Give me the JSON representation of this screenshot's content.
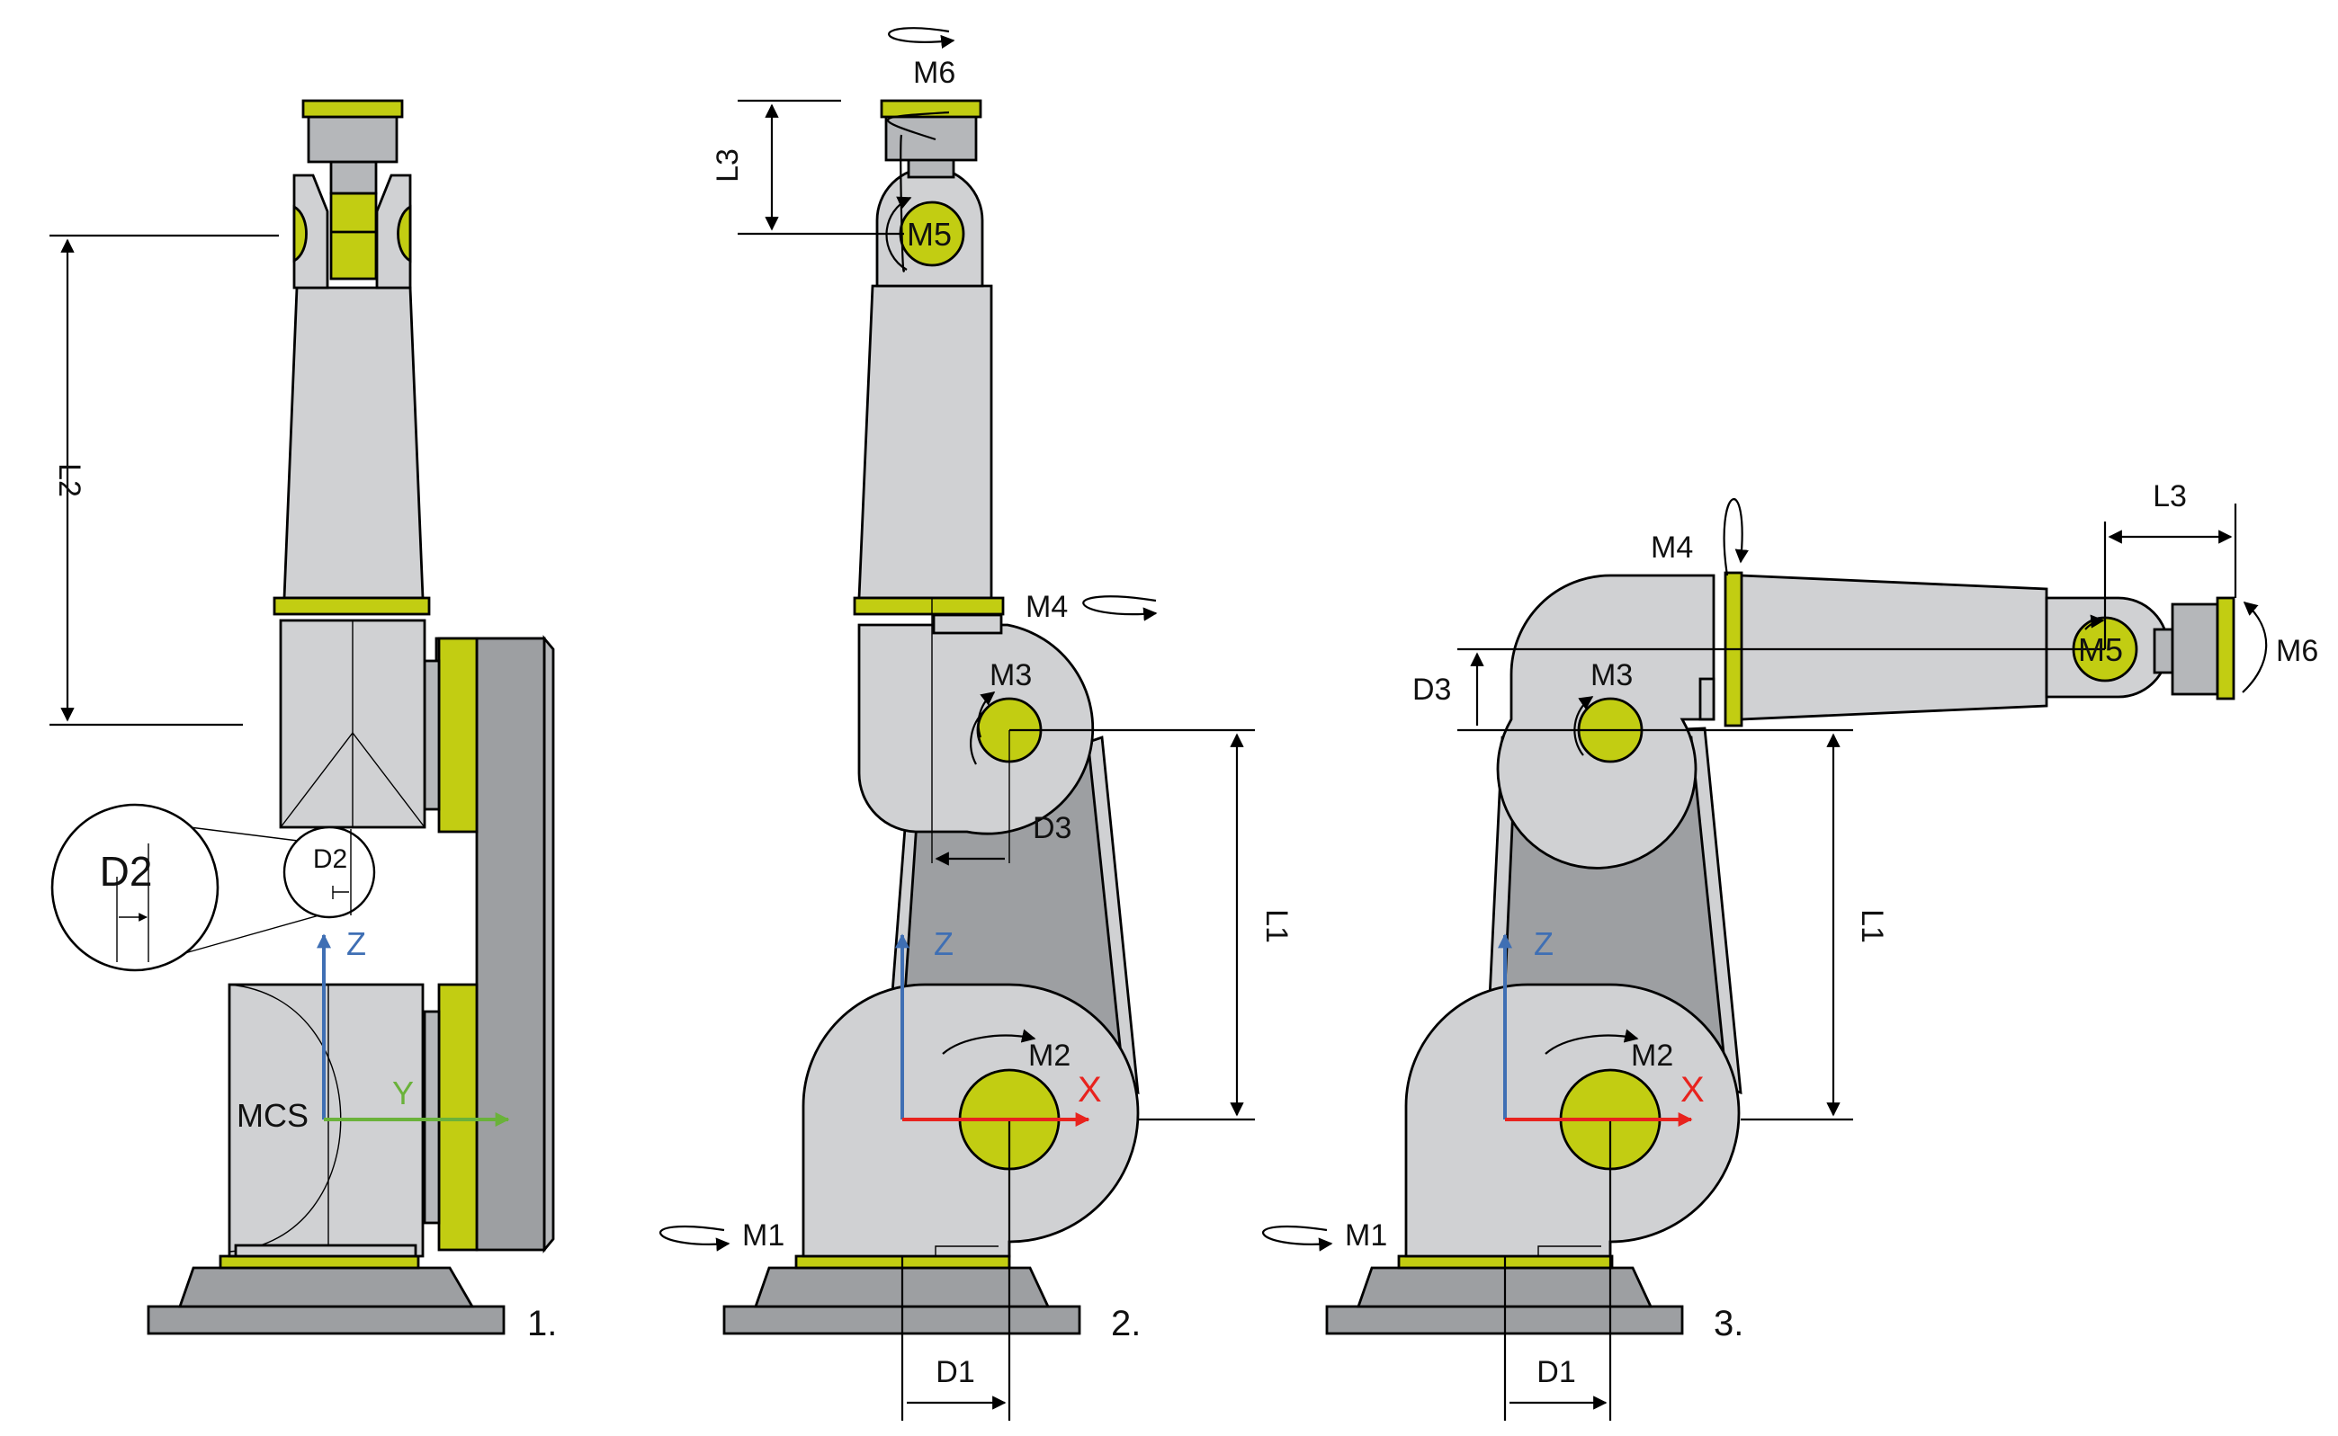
{
  "colors": {
    "light_gray": "#d0d1d3",
    "dark_gray": "#9d9fa2",
    "mid_gray": "#b5b7ba",
    "lime": "#c2cd12",
    "axis_x": "#e8231e",
    "axis_y": "#6ab23a",
    "axis_z": "#3f6fb4"
  },
  "views": {
    "v1": {
      "number": "1.",
      "labels": {
        "L2": "L2",
        "D2_zoom": "D2",
        "D2": "D2",
        "MCS": "MCS",
        "Z": "Z",
        "Y": "Y"
      }
    },
    "v2": {
      "number": "2.",
      "labels": {
        "M6": "M6",
        "L3": "L3",
        "M5": "M5",
        "M4": "M4",
        "M3": "M3",
        "D3": "D3",
        "L1": "L1",
        "Z": "Z",
        "M2": "M2",
        "X": "X",
        "M1": "M1",
        "D1": "D1"
      }
    },
    "v3": {
      "number": "3.",
      "labels": {
        "M4": "M4",
        "L3": "L3",
        "M5": "M5",
        "M6": "M6",
        "M3": "M3",
        "D3": "D3",
        "L1": "L1",
        "Z": "Z",
        "M2": "M2",
        "X": "X",
        "M1": "M1",
        "D1": "D1"
      }
    }
  }
}
